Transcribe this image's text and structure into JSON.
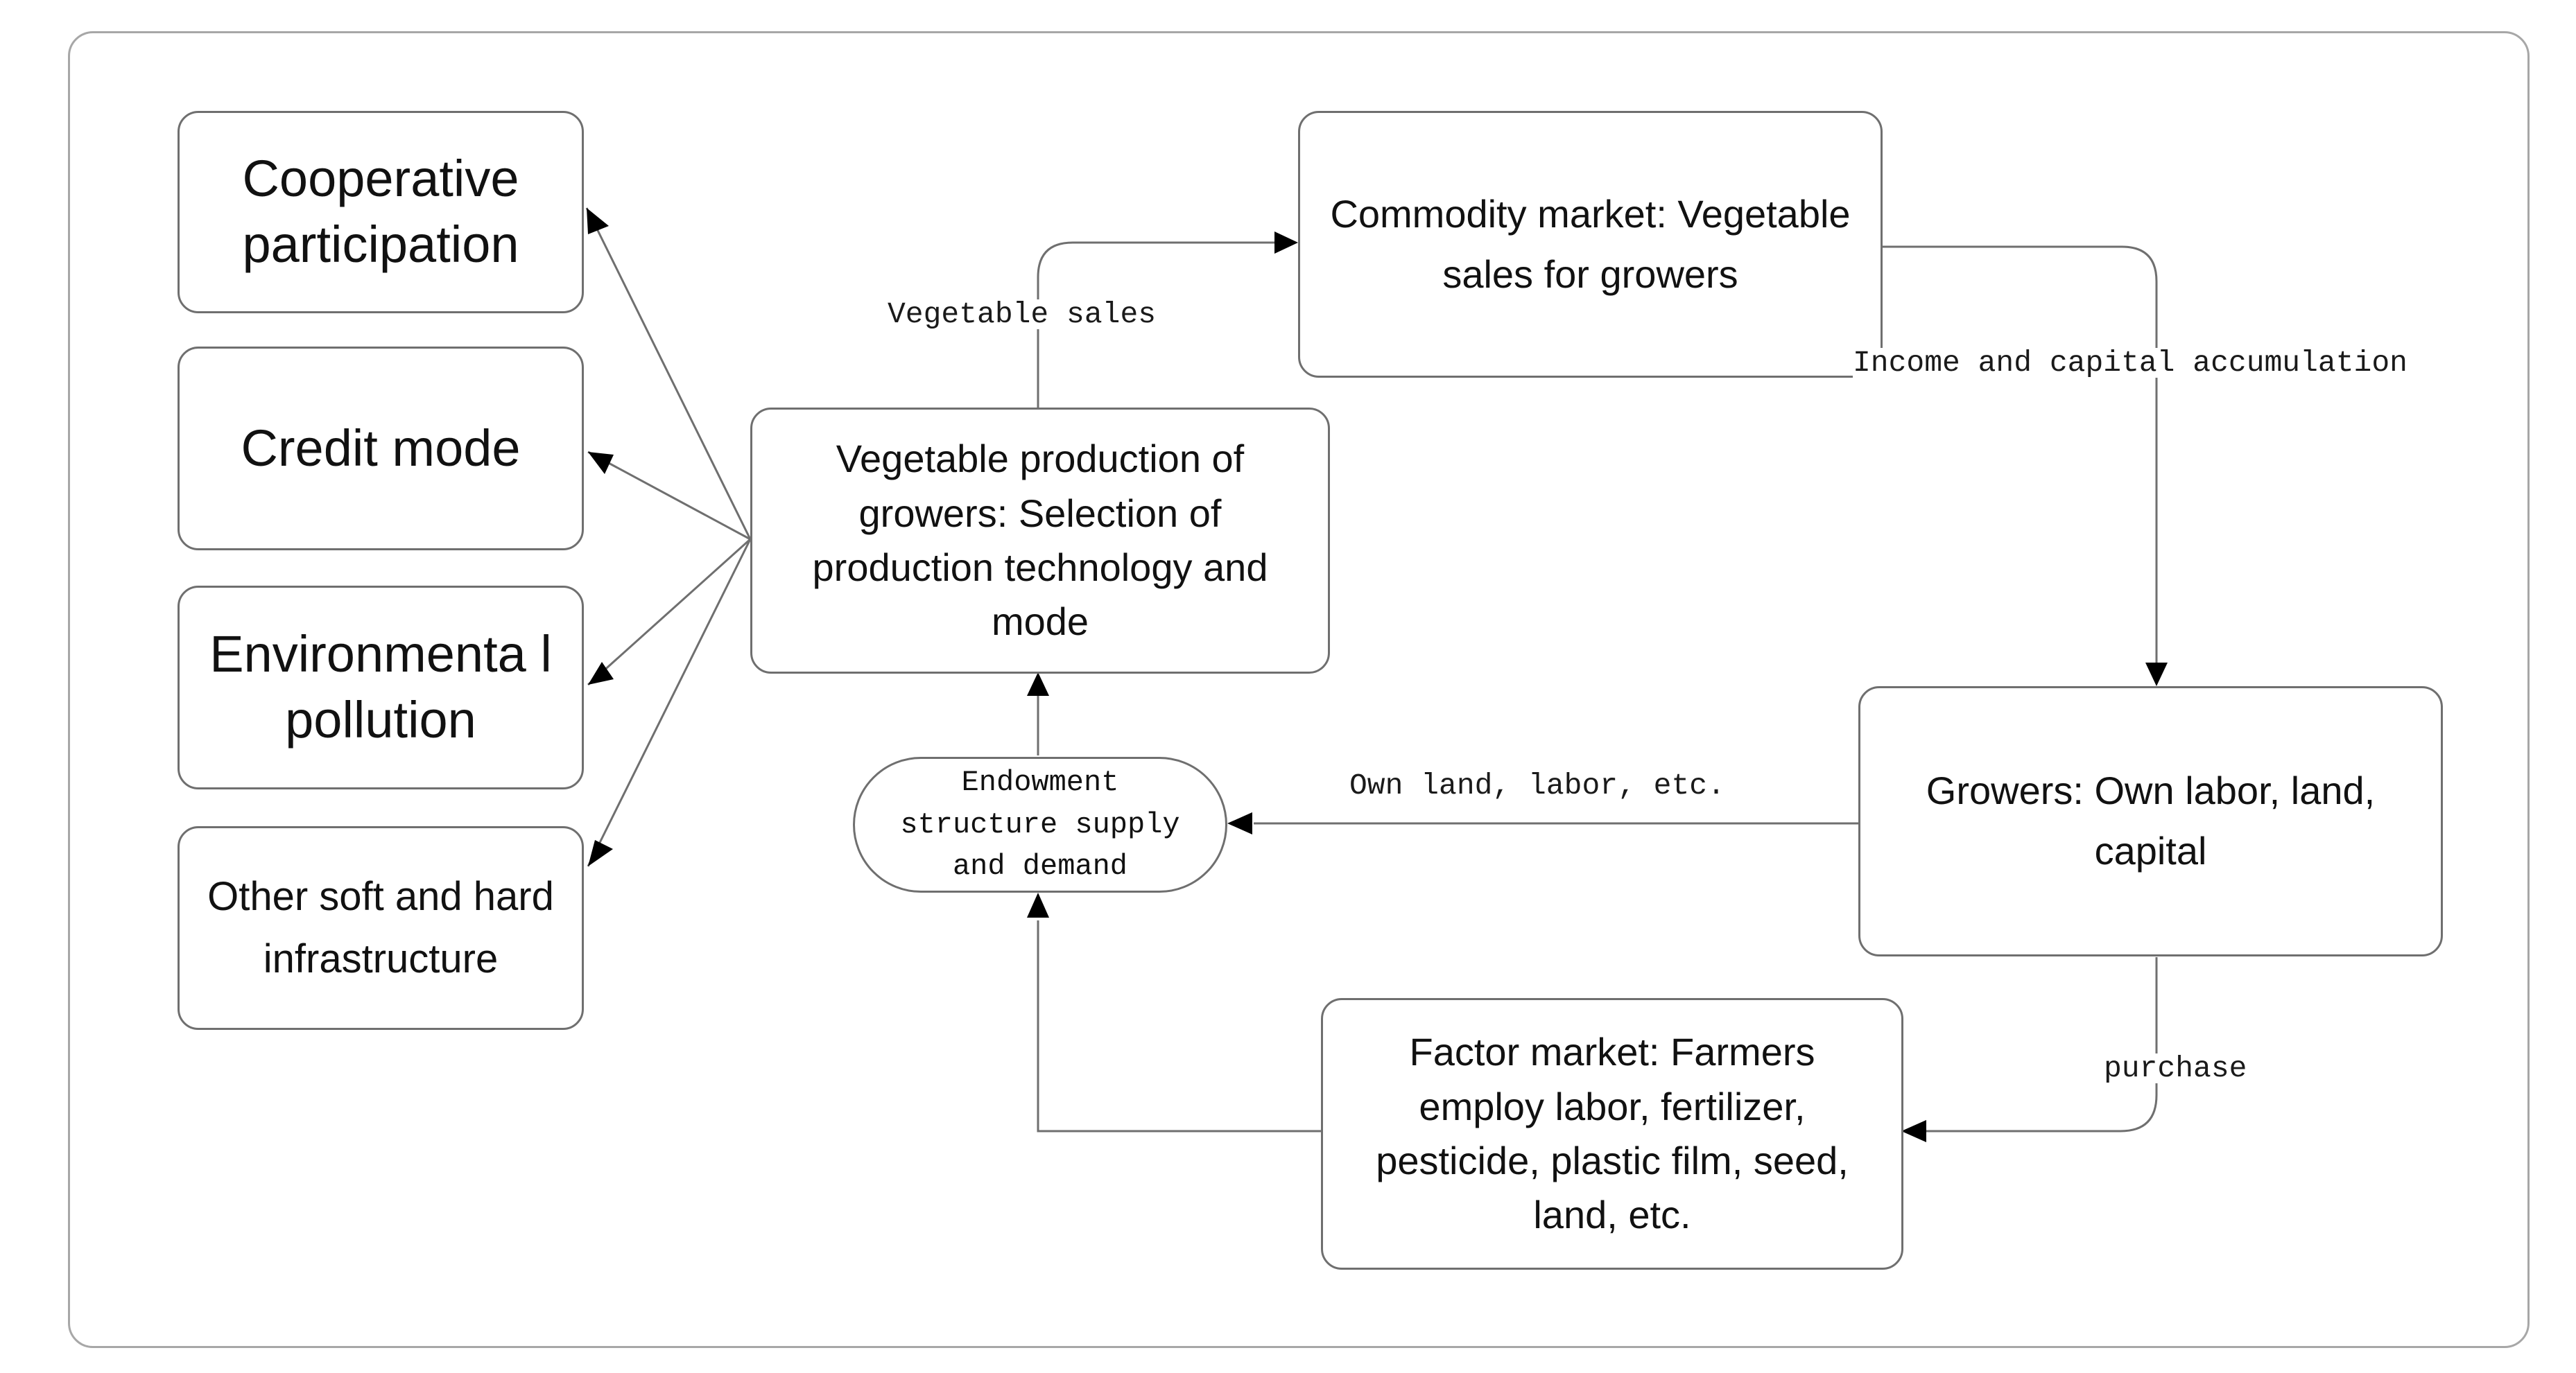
{
  "nodes": {
    "cooperative": "Cooperative participation",
    "credit": "Credit mode",
    "environmental": "Environmenta l pollution",
    "other": "Other soft and hard infrastructure",
    "production": "Vegetable production of growers: Selection of production technology and mode",
    "commodity": "Commodity market: Vegetable sales for growers",
    "growers": "Growers: Own labor, land, capital",
    "factor": "Factor market: Farmers employ labor, fertilizer, pesticide, plastic film, seed, land, etc.",
    "endowment": "Endowment structure supply and demand"
  },
  "edges": {
    "vegetable_sales": "Vegetable sales",
    "income": "Income and capital accumulation",
    "own_land": "Own land, labor, etc.",
    "purchase": "purchase"
  },
  "colors": {
    "frame_border": "#a7a7a7",
    "box_border": "#6f6f6f",
    "arrow": "#000000",
    "line": "#6f6f6f"
  }
}
